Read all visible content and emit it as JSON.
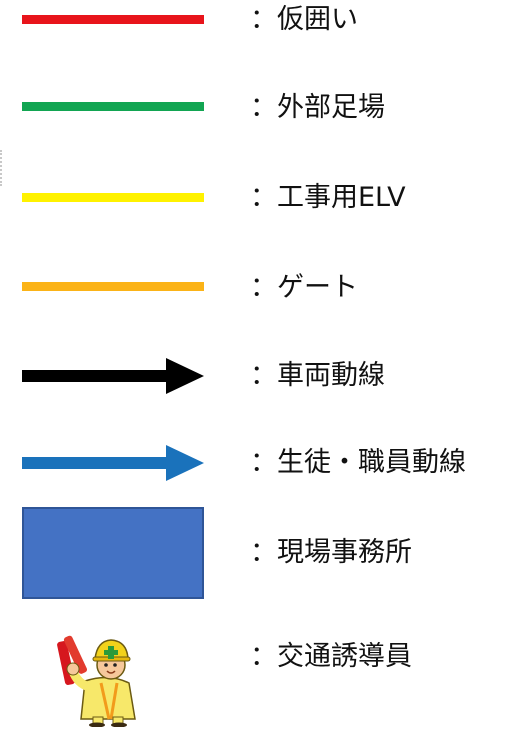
{
  "legend": {
    "items": [
      {
        "kind": "line",
        "color": "#e8141b",
        "label": "：仮囲い"
      },
      {
        "kind": "line",
        "color": "#12a552",
        "label": "：外部足場"
      },
      {
        "kind": "line",
        "color": "#fff200",
        "label": "：工事用ELV"
      },
      {
        "kind": "line",
        "color": "#fbb317",
        "label": "：ゲート"
      },
      {
        "kind": "arrow",
        "color": "#000000",
        "label": "：車両動線"
      },
      {
        "kind": "arrow",
        "color": "#1a72bb",
        "label": "：生徒・職員動線"
      },
      {
        "kind": "rect",
        "color": "#4472c4",
        "label": "：現場事務所"
      },
      {
        "kind": "icon",
        "icon": "traffic-guard-icon",
        "label": "：交通誘導員"
      }
    ]
  }
}
